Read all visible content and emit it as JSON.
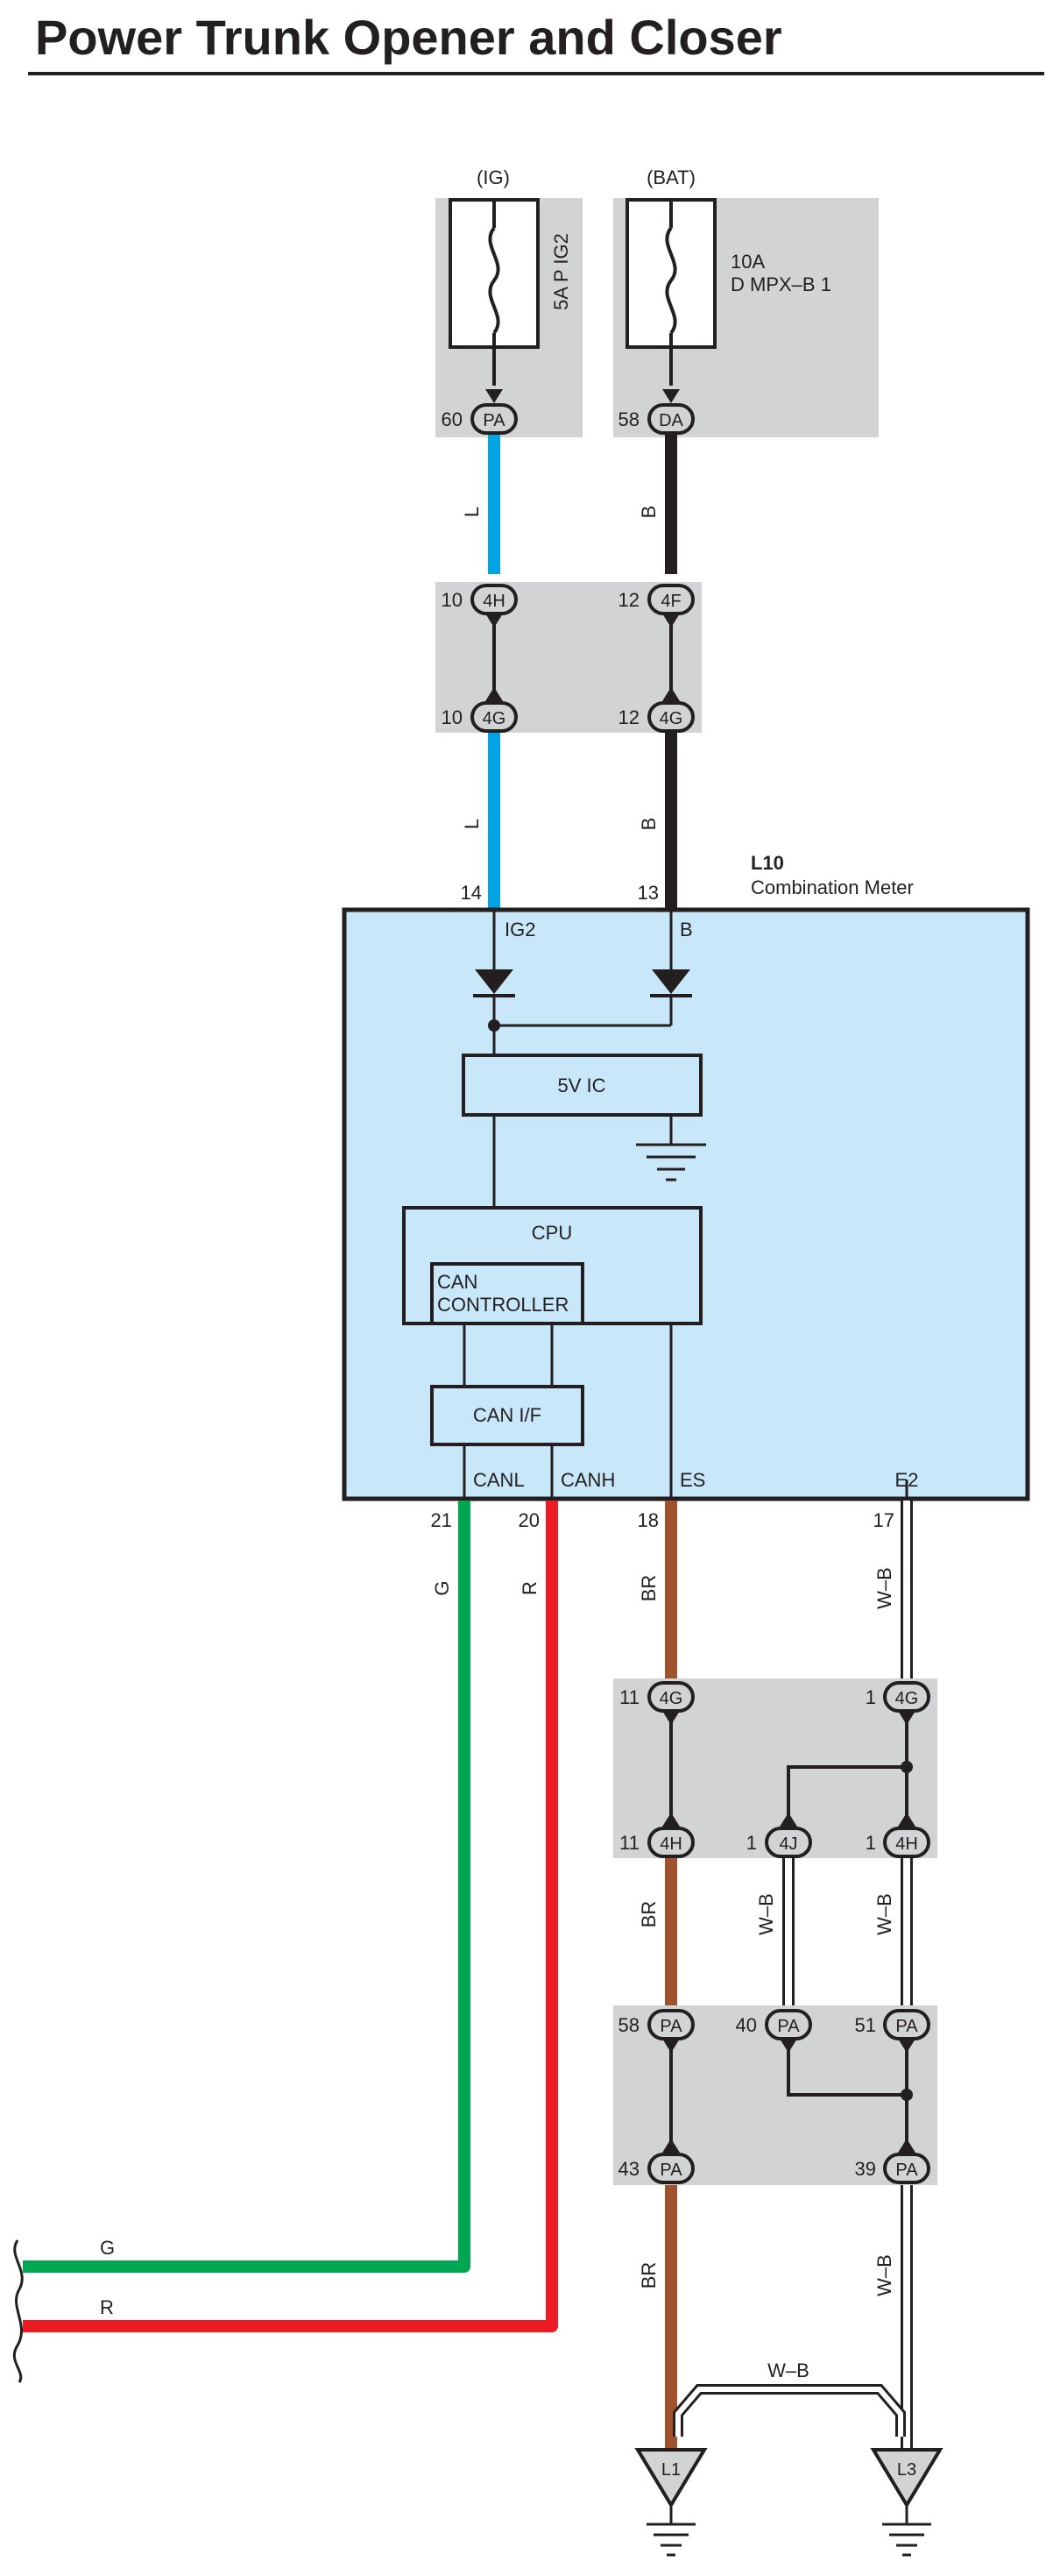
{
  "title": "Power Trunk Opener and Closer",
  "fuses": [
    {
      "id": "ig",
      "source": "(IG)",
      "rating": "5A P IG2",
      "connector": "PA",
      "pin": "60"
    },
    {
      "id": "bat",
      "source": "(BAT)",
      "rating_line1": "10A",
      "rating_line2": "D MPX–B 1",
      "connector": "DA",
      "pin": "58"
    }
  ],
  "junction_top": {
    "upper": [
      {
        "pin": "10",
        "connector": "4H"
      },
      {
        "pin": "12",
        "connector": "4F"
      }
    ],
    "lower": [
      {
        "pin": "10",
        "connector": "4G"
      },
      {
        "pin": "12",
        "connector": "4G"
      }
    ]
  },
  "wire_colors": {
    "L": "L",
    "B": "B",
    "G": "G",
    "R": "R",
    "BR": "BR",
    "WB": "W–B"
  },
  "colors": {
    "L": "#00a3e4",
    "B": "#231f20",
    "G": "#00a651",
    "R": "#ed1c24",
    "BR": "#a0522d",
    "WB": "#ffffff",
    "ecu_fill": "#c8e7f8",
    "junction_box": "#d2d3d5"
  },
  "combination_meter": {
    "id": "L10",
    "name": "Combination Meter",
    "pins_top": [
      {
        "pin": "14",
        "label": "IG2"
      },
      {
        "pin": "13",
        "label": "B"
      }
    ],
    "pins_bottom": [
      {
        "pin": "21",
        "label": "CANL"
      },
      {
        "pin": "20",
        "label": "CANH"
      },
      {
        "pin": "18",
        "label": "ES"
      },
      {
        "pin": "17",
        "label": "E2"
      }
    ],
    "blocks": {
      "ic": "5V IC",
      "cpu": "CPU",
      "can_controller_1": "CAN",
      "can_controller_2": "CONTROLLER",
      "can_if": "CAN I/F"
    }
  },
  "junction_mid": {
    "upper": [
      {
        "pin": "11",
        "connector": "4G"
      },
      {
        "pin": "1",
        "connector": "4G"
      }
    ],
    "lower": [
      {
        "pin": "11",
        "connector": "4H"
      },
      {
        "pin": "1",
        "connector": "4J"
      },
      {
        "pin": "1",
        "connector": "4H"
      }
    ]
  },
  "junction_low": {
    "upper": [
      {
        "pin": "58",
        "connector": "PA"
      },
      {
        "pin": "40",
        "connector": "PA"
      },
      {
        "pin": "51",
        "connector": "PA"
      }
    ],
    "lower": [
      {
        "pin": "43",
        "connector": "PA"
      },
      {
        "pin": "39",
        "connector": "PA"
      }
    ]
  },
  "grounds": [
    {
      "id": "L1"
    },
    {
      "id": "L3"
    }
  ]
}
